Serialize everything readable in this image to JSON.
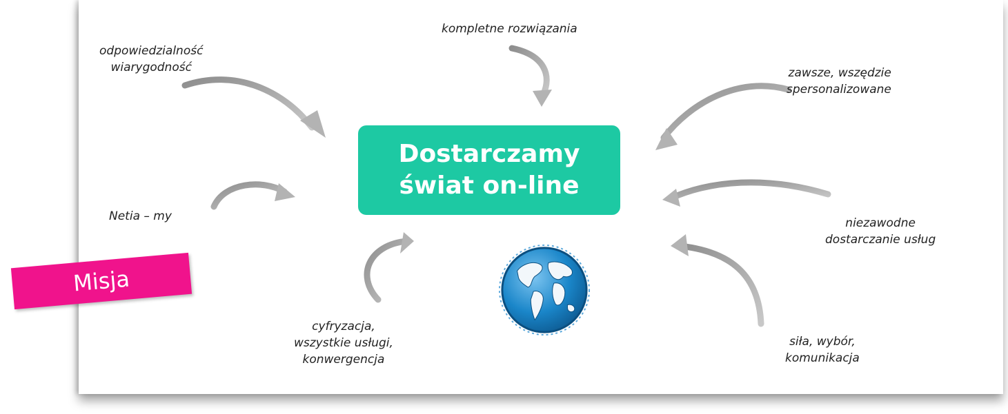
{
  "center": {
    "line1": "Dostarczamy",
    "line2": "świat on-line"
  },
  "labels": {
    "responsibility": [
      "odpowiedzialność",
      "wiarygodność"
    ],
    "complete": [
      "kompletne rozwiązania"
    ],
    "always": [
      "zawsze, wszędzie",
      "spersonalizowane"
    ],
    "netia": [
      "Netia – my"
    ],
    "reliable": [
      "niezawodne",
      "dostarczanie usług"
    ],
    "digitization": [
      "cyfryzacja,",
      "wszystkie usługi,",
      "konwergencja"
    ],
    "power": [
      "siła, wybór,",
      "komunikacja"
    ]
  },
  "badge": {
    "text": "Misja"
  },
  "icons": {
    "globe": "globe-icon",
    "arrows": "curved-arrow-icon"
  },
  "colors": {
    "accent": "#1dc9a3",
    "badge": "#f0138c",
    "arrow": "#a9a9a9",
    "globe": "#1a86c9"
  }
}
